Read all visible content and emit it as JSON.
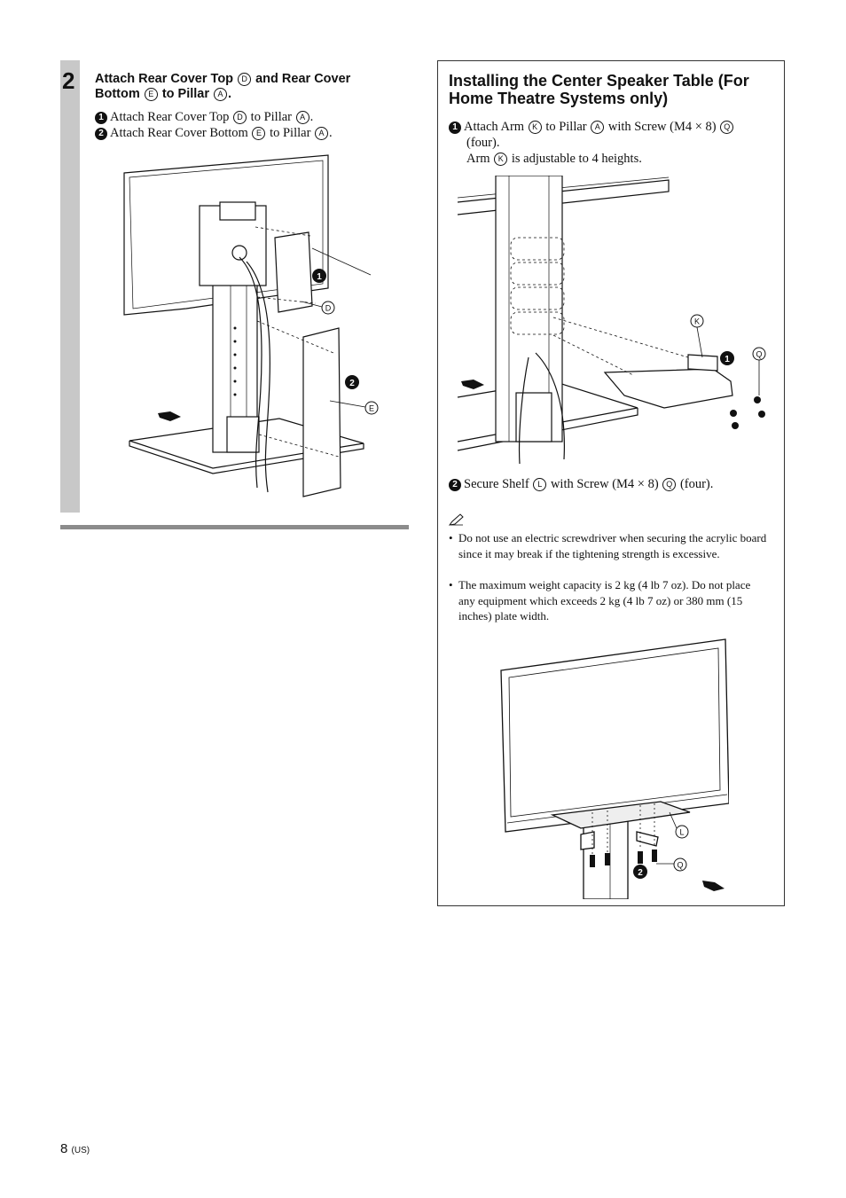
{
  "left_section": {
    "step_number": "2",
    "heading": {
      "p1": "Attach Rear Cover Top",
      "m1": "D",
      "p2": "and Rear Cover Bottom",
      "m2": "E",
      "p3": "to Pillar",
      "m3": "A",
      "p4": "."
    },
    "instructions": [
      {
        "num": "1",
        "p1": "Attach Rear Cover Top",
        "m1": "D",
        "p2": "to Pillar",
        "m2": "A",
        "p3": "."
      },
      {
        "num": "2",
        "p1": "Attach Rear Cover Bottom",
        "m1": "E",
        "p2": "to Pillar",
        "m2": "A",
        "p3": "."
      }
    ],
    "figure_callouts": {
      "step1": "1",
      "partD": "D",
      "step2": "2",
      "partE": "E"
    }
  },
  "right_section": {
    "heading": "Installing the Center Speaker Table (For Home Theatre Systems only)",
    "step1": {
      "num": "1",
      "p1": "Attach Arm",
      "m1": "K",
      "p2": "to Pillar",
      "m2": "A",
      "p3": "with Screw (M4 × 8)",
      "m3": "Q",
      "p4": "(four).",
      "note_p1": "Arm",
      "note_m": "K",
      "note_p2": "is adjustable to 4 heights."
    },
    "figure1_callouts": {
      "partK": "K",
      "step1": "1",
      "partQ": "Q"
    },
    "step2": {
      "num": "2",
      "p1": "Secure Shelf",
      "m1": "L",
      "p2": "with Screw (M4 × 8)",
      "m2": "Q",
      "p3": "(four)."
    },
    "note_icon": "pencil-note-icon",
    "notes": [
      "Do not use an electric screwdriver when securing the acrylic board since it may break if the tightening strength is excessive.",
      "The maximum weight capacity is 2 kg (4 lb 7 oz). Do not place any equipment which exceeds 2 kg (4 lb 7 oz) or 380 mm (15 inches) plate width."
    ],
    "figure2_callouts": {
      "partL": "L",
      "step2": "2",
      "partQ": "Q"
    }
  },
  "footer": {
    "page": "8",
    "region": "(US)"
  }
}
